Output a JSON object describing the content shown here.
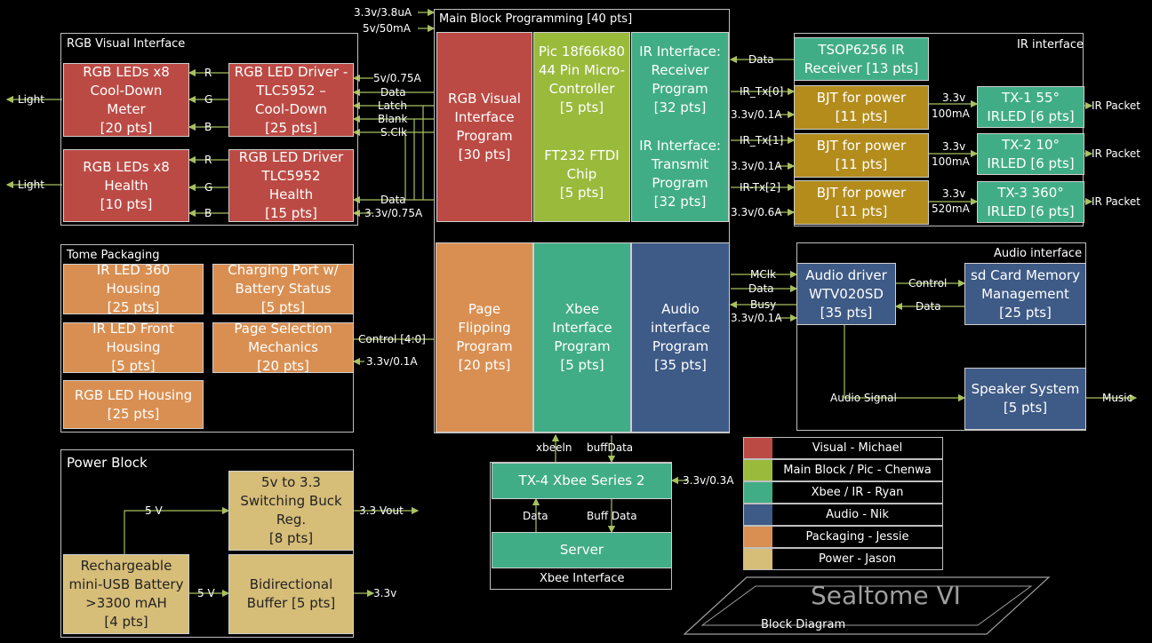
{
  "colors": {
    "visual": "#bc4a44",
    "mainblock": "#9aba3c",
    "xbee_ir": "#41ad86",
    "audio": "#3e5a86",
    "packaging": "#d98f52",
    "power": "#d6bd78",
    "bjt": "#b38c1c",
    "wire": "#a8c060"
  },
  "groups": {
    "rgb": "RGB Visual Interface",
    "main": "Main Block Programming [40 pts]",
    "ir": "IR interface",
    "tome": "Tome Packaging",
    "audio": "Audio interface",
    "power": "Power Block",
    "xbee": "Xbee Interface"
  },
  "blocks": {
    "rgb_leds_cool": "RGB LEDs x8\nCool-Down\nMeter\n[20 pts]",
    "rgb_driver_cool": "RGB LED Driver -\nTLC5952 –\nCool-Down\n[25 pts]",
    "rgb_leds_health": "RGB LEDs x8\nHealth\n[10 pts]",
    "rgb_driver_health": "RGB LED Driver\nTLC5952\nHealth\n[15 pts]",
    "rgb_program": "RGB Visual\nInterface\nProgram\n[30 pts]",
    "pic": "Pic 18f66k80\n44 Pin Micro-\nController\n[5 pts]",
    "ftdi": "FT232 FTDI\nChip\n[5 pts]",
    "ir_receiver_prog": "IR Interface:\nReceiver\nProgram\n[32 pts]",
    "ir_transmit_prog": "IR Interface:\nTransmit\nProgram\n[32 pts]",
    "tsop": "TSOP6256 IR\nReceiver [13 pts]",
    "bjt1": "BJT for power\n[11 pts]",
    "bjt2": "BJT for power\n[11 pts]",
    "bjt3": "BJT for power\n[11 pts]",
    "tx1": "TX-1 55°\nIRLED [6 pts]",
    "tx2": "TX-2 10°\nIRLED [6 pts]",
    "tx3": "TX-3 360°\nIRLED [6 pts]",
    "ir_led_360": "IR LED 360\nHousing\n[25 pts]",
    "charging": "Charging Port w/\nBattery Status\n[5 pts]",
    "ir_led_front": "IR LED Front\nHousing\n[5 pts]",
    "page_sel": "Page Selection\nMechanics\n[20 pts]",
    "rgb_housing": "RGB LED Housing\n[25 pts]",
    "page_flip": "Page\nFlipping\nProgram\n[20 pts]",
    "xbee_prog": "Xbee\nInterface\nProgram\n[5 pts]",
    "audio_prog": "Audio\ninterface\nProgram\n[35 pts]",
    "audio_driver": "Audio driver\nWTV020SD\n[35 pts]",
    "sd_card": "sd Card Memory\nManagement\n[25 pts]",
    "speaker": "Speaker System\n[5 pts]",
    "buck": "5v to 3.3\nSwitching Buck\nReg.\n[8 pts]",
    "battery": "Rechargeable\nmini-USB Battery\n>3300 mAH\n[4 pts]",
    "buffer": "Bidirectional\nBuffer [5 pts]",
    "tx4": "TX-4 Xbee Series 2",
    "server": "Server"
  },
  "labels": {
    "main_in1": "3.3v/3.8uA",
    "main_in2": "5v/50mA",
    "light1": "Light",
    "light2": "Light",
    "r1": "R",
    "g1": "G",
    "b1": "B",
    "r2": "R",
    "g2": "G",
    "b2": "B",
    "p5v": "5v/0.75A",
    "data1": "Data",
    "latch": "Latch",
    "blank": "Blank",
    "sclk": "S.Clk",
    "data2": "Data",
    "p33": "3.3v/0.75A",
    "ir_data": "Data",
    "irtx0": "IR_Tx[0]",
    "irtx1": "IR_Tx[1]",
    "irtx2": "IR-Tx[2]",
    "pw1": "3.3v/0.1A",
    "pw2": "3.3v/0.1A",
    "pw3": "3.3v/0.6A",
    "v1": "3.3v",
    "a1": "100mA",
    "v2": "3.3v",
    "a2": "100mA",
    "v3": "3.3v",
    "a3": "520mA",
    "irp1": "IR Packet",
    "irp2": "IR Packet",
    "irp3": "IR Packet",
    "control": "Control [4:0]",
    "tome_pw": "3.3v/0.1A",
    "mclk": "MClk",
    "adata": "Data",
    "busy": "Busy",
    "apw": "3.3v/0.1A",
    "acontrol": "Control",
    "adata2": "Data",
    "asignal": "Audio Signal",
    "music": "Music",
    "xbeeln": "xbeeln",
    "buffdata": "buffData",
    "xpw": "3.3v/0.3A",
    "sdata": "Data",
    "sbuff": "Buff Data",
    "v5a": "5 V",
    "v33out": "3.3 Vout",
    "v5b": "5 V",
    "v33": "3.3v"
  },
  "legend": [
    {
      "label": "Visual - Michael",
      "color": "#bc4a44"
    },
    {
      "label": "Main Block / Pic - Chenwa",
      "color": "#9aba3c"
    },
    {
      "label": "Xbee / IR - Ryan",
      "color": "#41ad86"
    },
    {
      "label": "Audio - Nik",
      "color": "#3e5a86"
    },
    {
      "label": "Packaging - Jessie",
      "color": "#d98f52"
    },
    {
      "label": "Power - Jason",
      "color": "#d6bd78"
    }
  ],
  "title": "Sealtome VI",
  "subtitle": "Block Diagram"
}
